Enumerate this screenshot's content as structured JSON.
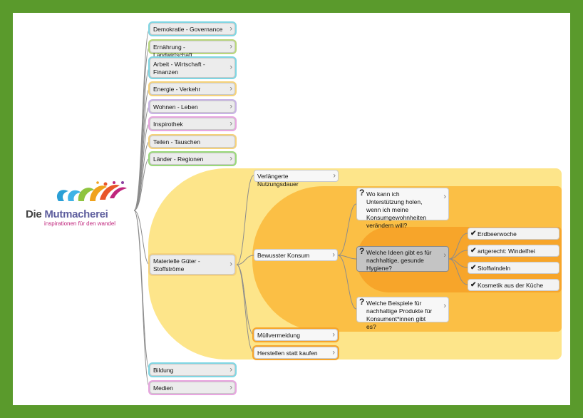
{
  "logo": {
    "word_a": "Die ",
    "word_b": "Mutmacherei",
    "tagline": "inspirationen für den wandel"
  },
  "branches": [
    {
      "label": "Demokratie - Governance",
      "ring": "#7fd6e3"
    },
    {
      "label": "Ernährung - Landwirtschaft",
      "ring": "#b9d77a"
    },
    {
      "label": "Arbeit - Wirtschaft - Finanzen",
      "ring": "#7fd6e3"
    },
    {
      "label": "Energie - Verkehr",
      "ring": "#f6d27a"
    },
    {
      "label": "Wohnen - Leben",
      "ring": "#c9b3e6"
    },
    {
      "label": "Inspirothek",
      "ring": "#e8a5e0"
    },
    {
      "label": "Teilen - Tauschen",
      "ring": "#f6d27a"
    },
    {
      "label": "Länder - Regionen",
      "ring": "#9ad97a"
    },
    {
      "label": "Materielle Güter - Stoffströme",
      "ring": "#f6d27a"
    },
    {
      "label": "Bildung",
      "ring": "#7fd6e3"
    },
    {
      "label": "Medien",
      "ring": "#e8a5e0"
    }
  ],
  "material_children": [
    {
      "label": "Verlängerte Nutzungsdauer"
    },
    {
      "label": "Bewusster Konsum"
    },
    {
      "label": "Müllvermeidung"
    },
    {
      "label": "Herstellen statt kaufen"
    }
  ],
  "questions": [
    {
      "label": "Wo kann ich Unterstützung holen, wenn ich meine Konsumgewohnheiten verändern will?"
    },
    {
      "label": "Welche Ideen gibt es für nachhaltige, gesunde Hygiene?"
    },
    {
      "label": "Welche Beispiele für nachhaltige Produkte für Konsument*innen gibt es?"
    }
  ],
  "ideas": [
    {
      "label": "Erdbeerwoche"
    },
    {
      "label": "artgerecht: Windelfrei"
    },
    {
      "label": "Stoffwindeln"
    },
    {
      "label": "Kosmetik aus der Küche"
    }
  ],
  "colors": {
    "frame": "#5a9a2c",
    "light_band": "#fde58a",
    "mid_band": "#fbbf45",
    "inner_band": "#f7a52a",
    "connector": "#8c8c8c"
  }
}
